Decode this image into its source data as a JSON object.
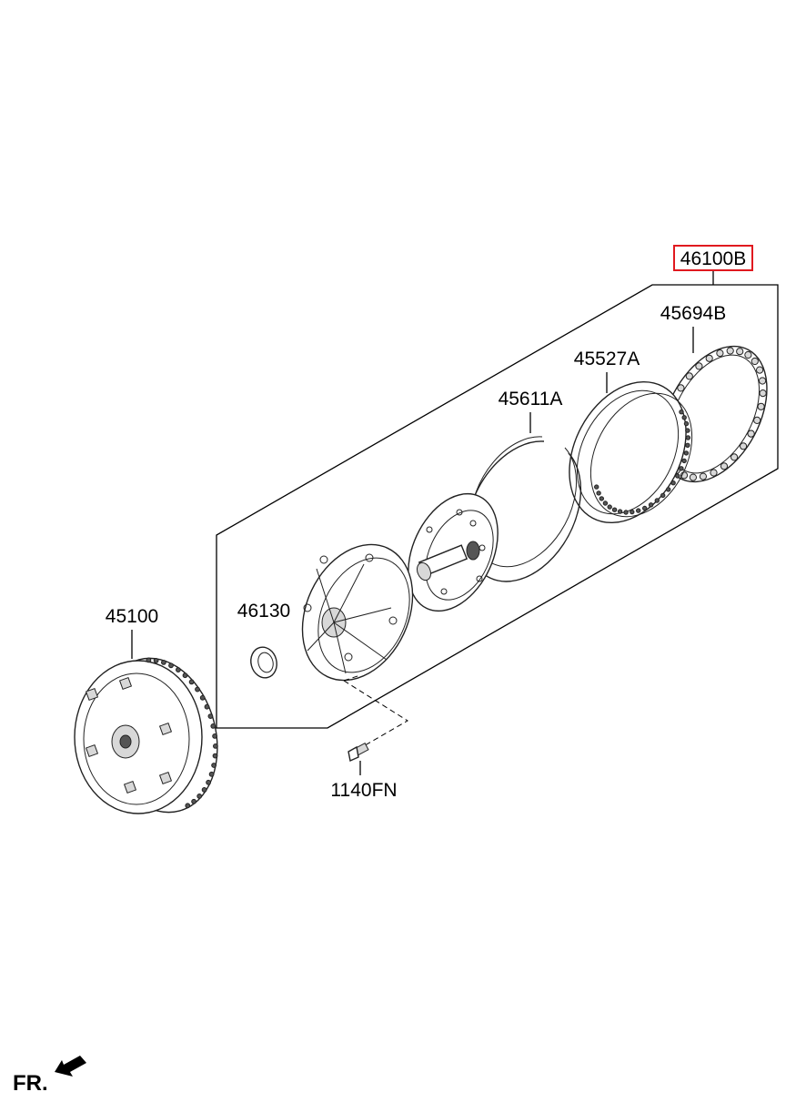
{
  "labels": {
    "assembly": "46100B",
    "part_45694B": "45694B",
    "part_45527A": "45527A",
    "part_45611A": "45611A",
    "part_46130": "46130",
    "part_45100": "45100",
    "part_1140FN": "1140FN"
  },
  "direction": "FR.",
  "highlight_color": "#e0191f"
}
